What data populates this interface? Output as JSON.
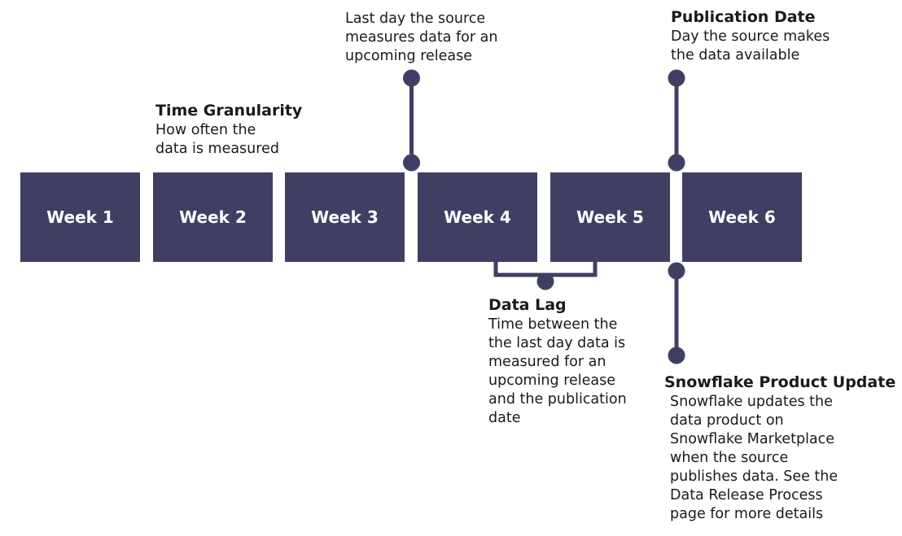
{
  "colors": {
    "box": "#403f63",
    "box_text": "#ffffff",
    "connector": "#403f63"
  },
  "weeks": [
    "Week 1",
    "Week 2",
    "Week 3",
    "Week 4",
    "Week 5",
    "Week 6"
  ],
  "callouts": {
    "last_day": {
      "body": "Last day the source\nmeasures data for an\nupcoming release"
    },
    "publication": {
      "title": "Publication Date",
      "body": "Day the source makes\nthe data available"
    },
    "granularity": {
      "title": "Time Granularity",
      "body": "How often the\ndata is measured"
    },
    "data_lag": {
      "title": "Data Lag",
      "body": "Time between the\nthe last day data is\nmeasured for an\nupcoming release\nand the publication\ndate"
    },
    "snowflake": {
      "title": "Snowflake Product Update",
      "body": "Snowflake updates the\ndata product on\nSnowflake Marketplace\nwhen the source\npublishes data. See the\nData Release Process\npage for more details"
    }
  }
}
